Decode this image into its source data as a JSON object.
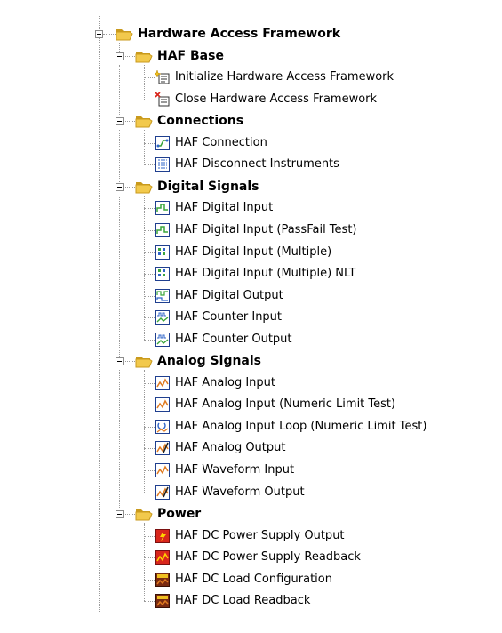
{
  "tree": {
    "root": {
      "label": "Hardware Access Framework",
      "icon": "folder-open-icon",
      "expanded": true,
      "groups": [
        {
          "label": "HAF Base",
          "icon": "folder-open-icon",
          "expanded": true,
          "items": [
            {
              "label": "Initialize Hardware Access Framework",
              "icon": "initialize-icon"
            },
            {
              "label": "Close Hardware Access Framework",
              "icon": "close-icon"
            }
          ]
        },
        {
          "label": "Connections",
          "icon": "folder-open-icon",
          "expanded": true,
          "items": [
            {
              "label": "HAF Connection",
              "icon": "connection-icon"
            },
            {
              "label": "HAF Disconnect Instruments",
              "icon": "disconnect-icon"
            }
          ]
        },
        {
          "label": "Digital Signals",
          "icon": "folder-open-icon",
          "expanded": true,
          "items": [
            {
              "label": "HAF Digital Input",
              "icon": "digital-input-icon"
            },
            {
              "label": "HAF Digital Input (PassFail Test)",
              "icon": "digital-input-passfail-icon"
            },
            {
              "label": "HAF Digital Input (Multiple)",
              "icon": "digital-input-multiple-icon"
            },
            {
              "label": "HAF Digital Input (Multiple) NLT",
              "icon": "digital-input-multiple-nlt-icon"
            },
            {
              "label": "HAF Digital Output",
              "icon": "digital-output-icon"
            },
            {
              "label": "HAF Counter Input",
              "icon": "counter-input-icon"
            },
            {
              "label": "HAF Counter Output",
              "icon": "counter-output-icon"
            }
          ]
        },
        {
          "label": "Analog Signals",
          "icon": "folder-open-icon",
          "expanded": true,
          "items": [
            {
              "label": "HAF Analog Input",
              "icon": "analog-input-icon"
            },
            {
              "label": "HAF Analog Input (Numeric Limit Test)",
              "icon": "analog-input-nlt-icon"
            },
            {
              "label": "HAF Analog Input Loop (Numeric Limit Test)",
              "icon": "analog-input-loop-icon"
            },
            {
              "label": "HAF Analog Output",
              "icon": "analog-output-icon"
            },
            {
              "label": "HAF Waveform Input",
              "icon": "waveform-input-icon"
            },
            {
              "label": "HAF Waveform Output",
              "icon": "waveform-output-icon"
            }
          ]
        },
        {
          "label": "Power",
          "icon": "folder-open-icon",
          "expanded": true,
          "items": [
            {
              "label": "HAF DC Power Supply Output",
              "icon": "power-supply-output-icon"
            },
            {
              "label": "HAF DC Power Supply Readback",
              "icon": "power-supply-readback-icon"
            },
            {
              "label": "HAF DC Load Configuration",
              "icon": "dc-load-configuration-icon"
            },
            {
              "label": "HAF DC Load Readback",
              "icon": "dc-load-readback-icon"
            }
          ]
        }
      ]
    }
  },
  "colors": {
    "folder": "#f2c94c",
    "folder_dark": "#c99a1d",
    "icon_border": "#1f3f8f",
    "icon_green": "#3aa63a",
    "icon_blue": "#2f64c8",
    "icon_orange": "#e07a1f",
    "icon_red": "#d9261c",
    "tree_line": "#9a9a9a"
  }
}
